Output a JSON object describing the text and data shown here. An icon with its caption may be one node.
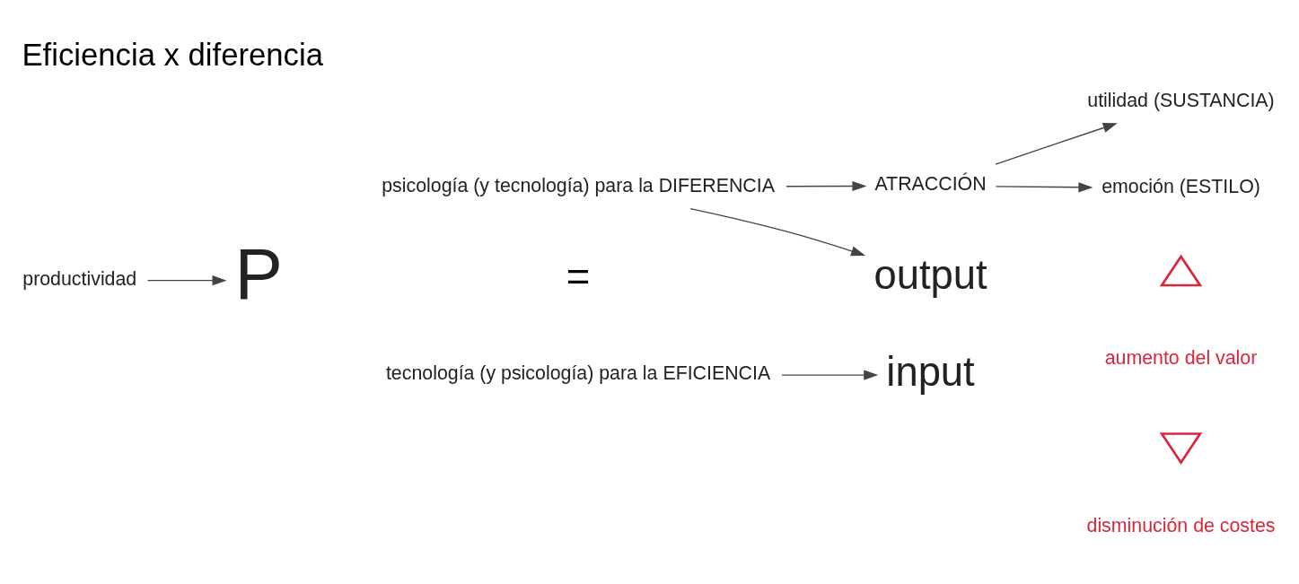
{
  "diagram": {
    "title": "Eficiencia x diferencia",
    "nodes": [
      {
        "text": [
          "P"
        ]
      },
      {
        "text": [
          "output"
        ]
      },
      {
        "text": [
          "input"
        ]
      },
      {
        "text": [
          "psicología (y tecnología) para la DIFERENCIA"
        ]
      },
      {
        "text": [
          "ATRACCIÓN"
        ]
      },
      {
        "text": [
          "utilidad (SUSTANCIA)"
        ]
      },
      {
        "text": [
          "emoción (ESTILO)"
        ]
      },
      {
        "text": [
          "tecnología (y psicología) para la EFICIENCIA"
        ]
      },
      {
        "text": [
          "productividad"
        ]
      },
      {
        "text": [],
        "shape": "triangle",
        "beside": [
          "aumento del valor"
        ]
      },
      {
        "text": [],
        "shape": "invtriangle",
        "beside": [
          "disminución de costes"
        ]
      }
    ],
    "edges": [
      {
        "from": 3,
        "to": 1,
        "arrow": "to"
      },
      {
        "from": 3,
        "to": 4,
        "arrow": "to"
      },
      {
        "from": 4,
        "to": 5,
        "arrow": "to"
      },
      {
        "from": 4,
        "to": 6,
        "arrow": "to"
      },
      {
        "from": 7,
        "to": 2,
        "arrow": "to"
      },
      {
        "from": 8,
        "to": 0,
        "arrow": "to"
      }
    ],
    "labels": [
      "="
    ]
  }
}
